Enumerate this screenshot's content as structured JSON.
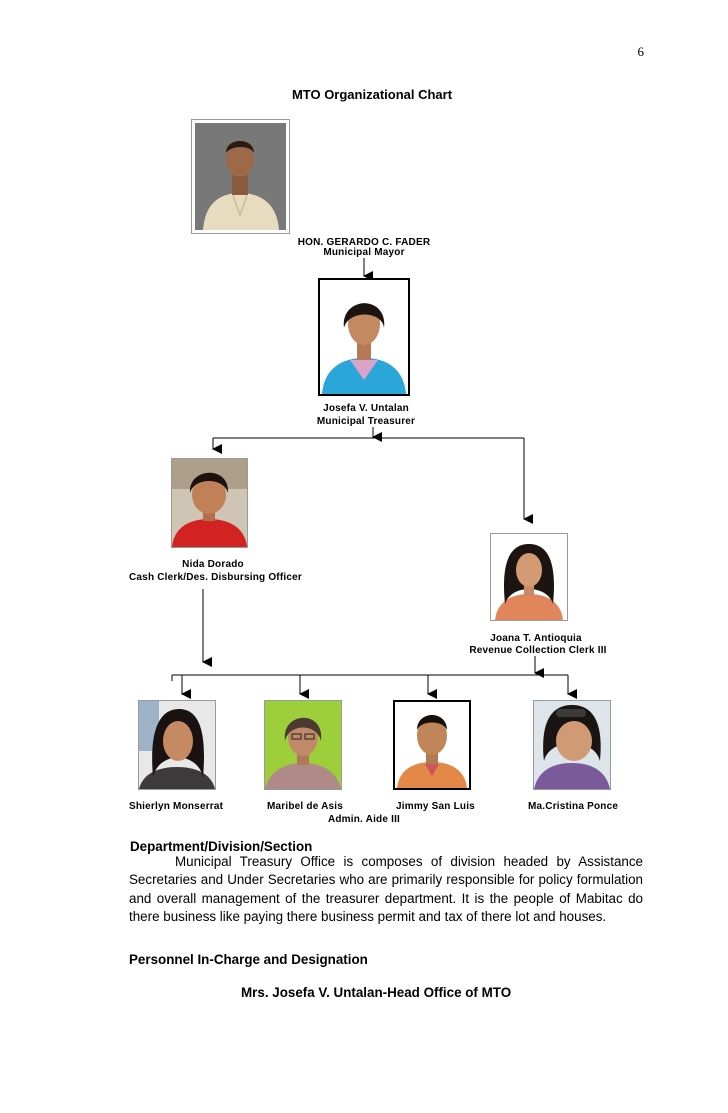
{
  "page_number": "6",
  "chart_title": "MTO Organizational Chart",
  "mayor": {
    "name": "HON. GERARDO C. FADER",
    "position": "Municipal Mayor"
  },
  "treasurer": {
    "name": "Josefa V. Untalan",
    "position": "Municipal Treasurer"
  },
  "cash_clerk": {
    "name": "Nida Dorado",
    "position": "Cash Clerk/Des. Disbursing Officer"
  },
  "revenue_clerk": {
    "name": "Joana T. Antioquia",
    "position": "Revenue Collection Clerk III"
  },
  "staff": [
    {
      "name": "Shierlyn Monserrat"
    },
    {
      "name": "Maribel de Asis"
    },
    {
      "name": "Jimmy San Luis"
    },
    {
      "name": "Ma.Cristina Ponce"
    }
  ],
  "staff_position": "Admin. Aide III",
  "section_heading": "Department/Division/Section",
  "section_body": "Municipal Treasury Office is composes of division headed by Assistance Secretaries and Under Secretaries who are primarily responsible for policy formulation and overall management of the treasurer department. It is the people of Mabitac do there business like paying there business permit and tax of there lot and houses.",
  "personnel_heading": "Personnel In-Charge and Designation",
  "personnel_head": "Mrs. Josefa V. Untalan-Head Office of MTO"
}
